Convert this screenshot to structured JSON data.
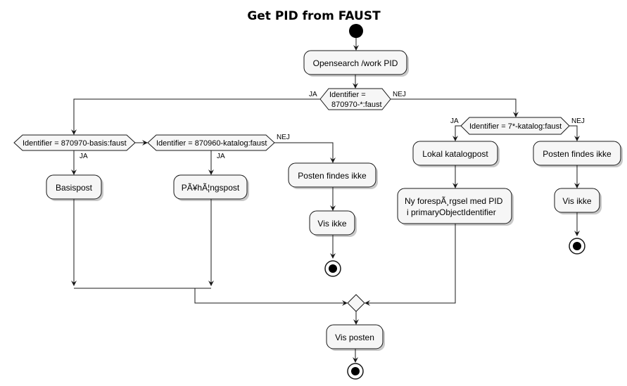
{
  "title": "Get PID from FAUST",
  "nodes": {
    "opensearch": "Opensearch /work PID",
    "cond_main_1": "Identifier =",
    "cond_main_2": "870970-*:faust",
    "cond_basis": "Identifier = 870970-basis:faust",
    "cond_katalog960": "Identifier = 870960-katalog:faust",
    "cond_katalog7": "Identifier = 7*-katalog:faust",
    "basispost": "Basispost",
    "paahaengspost": "PÃ¥hÃ¦ngspost",
    "posten_findes_ikke_mid": "Posten findes ikke",
    "vis_ikke_mid": "Vis ikke",
    "lokal_katalogpost": "Lokal katalogpost",
    "ny_foresp_1": "Ny forespÃ¸rgsel med PID",
    "ny_foresp_2": "i primaryObjectIdentifier",
    "posten_findes_ikke_right": "Posten findes ikke",
    "vis_ikke_right": "Vis ikke",
    "vis_posten": "Vis posten"
  },
  "branch_labels": {
    "main_yes": "JA",
    "main_no": "NEJ",
    "basis_yes": "JA",
    "k960_yes": "JA",
    "k960_no": "NEJ",
    "k7_yes": "JA",
    "k7_no": "NEJ"
  },
  "colors": {
    "activity_fill": "#F6F6F6",
    "stroke": "#181818",
    "start_fill": "#000000"
  }
}
